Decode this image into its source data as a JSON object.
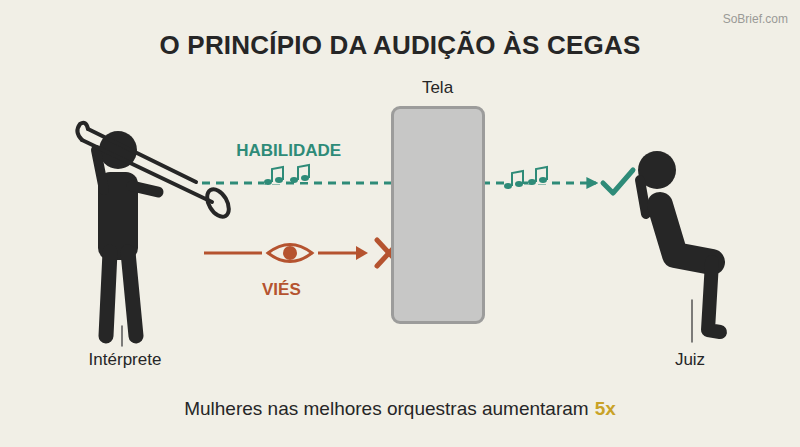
{
  "diagram": {
    "title": "O PRINCÍPIO DA AUDIÇÃO ÀS CEGAS",
    "caption": "Mulheres nas melhores orquestras aumentaram",
    "nodes": [
      {
        "text": [
          "Intérprete"
        ]
      },
      {
        "text": [
          "Tela"
        ]
      },
      {
        "text": [
          "Juiz"
        ]
      }
    ],
    "edges": [
      {
        "from": 0,
        "to": 2,
        "label": "HABILIDADE",
        "arrow": "to"
      }
    ],
    "labels": [
      "SoBrief.com",
      "VIÉS",
      "5x"
    ]
  }
}
